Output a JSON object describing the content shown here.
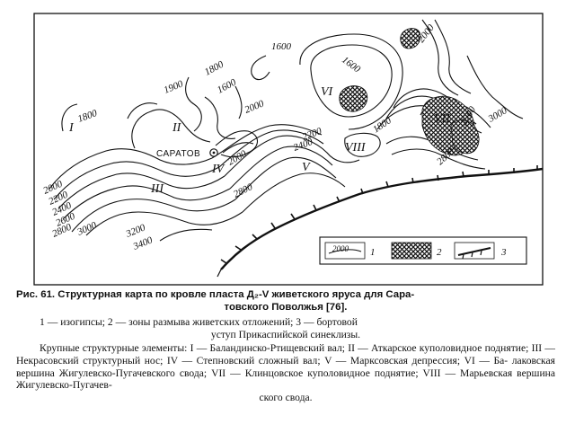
{
  "map": {
    "city_label": "САРАТОВ",
    "isolines": [
      "1600",
      "1800",
      "1600",
      "1900",
      "1800",
      "2000",
      "2000",
      "2200",
      "2400",
      "2000",
      "2800",
      "3000",
      "3200",
      "3400",
      "2000",
      "2200",
      "2400",
      "2600",
      "2800",
      "3000",
      "1600",
      "1800",
      "2000",
      "2200",
      "2800",
      "3000"
    ],
    "isoline_labels": {
      "a": "1600",
      "b": "1800",
      "c": "1600",
      "d": "1900",
      "e": "1800",
      "f": "2000",
      "g": "2200",
      "h": "2400",
      "i": "2000",
      "j": "2800",
      "k": "2000",
      "l": "2200",
      "m": "2400",
      "n": "2600",
      "o": "2800",
      "p": "3000",
      "q": "3200",
      "r": "3400",
      "s": "1600",
      "t": "1800",
      "u": "2000",
      "v": "2200",
      "w": "2800",
      "x": "3000"
    },
    "structures": {
      "I": "I",
      "II": "II",
      "III": "III",
      "IV": "IV",
      "V": "V",
      "VI": "VI",
      "VII": "VII",
      "VIII": "VIII"
    },
    "legend": {
      "sample_value": "2000",
      "num1": "1",
      "num2": "2",
      "num3": "3"
    }
  },
  "caption": {
    "title_line1": "Рис. 61. Структурная карта по кровле пласта Д₂-V живетского яруса для Сара-",
    "title_line2": "товского Поволжья [76].",
    "legend_text": "1 — изогипсы; 2 — зоны размыва живетских отложений; 3 — бортовой",
    "legend_text2": "уступ Прикаспийской синеклизы.",
    "elements_line1": "Крупные структурные элементы: I — Баландинско-Ртищевский вал;",
    "elements_line2": "II — Аткарское куполовидное поднятие; III — Некрасовский структурный",
    "elements_line3": "нос; IV — Степновский сложный вал; V — Марксовская депрессия; VI — Ба-",
    "elements_line4": "лаковская вершина Жигулевско-Пугачевского свода; VII — Клинцовское",
    "elements_line5": "куполовидное поднятие; VIII — Марьевская вершина Жигулевско-Пугачев-",
    "elements_line6": "ского свода."
  }
}
